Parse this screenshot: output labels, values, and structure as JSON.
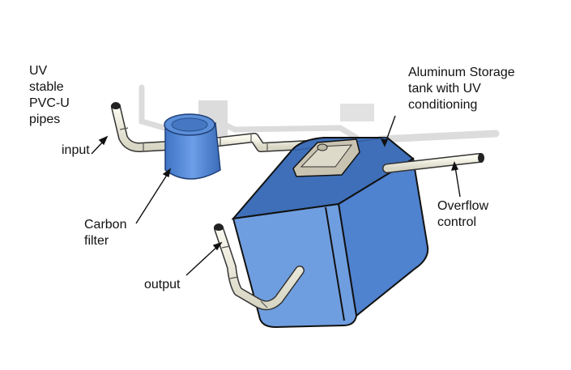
{
  "labels": {
    "uv_pipes": [
      "UV",
      "stable",
      "PVC-U",
      "pipes"
    ],
    "input": "input",
    "carbon_filter": [
      "Carbon",
      "filter"
    ],
    "output": "output",
    "storage_tank": [
      "Aluminum Storage",
      "tank with UV",
      "conditioning"
    ],
    "overflow": [
      "Overflow",
      "control"
    ]
  },
  "colors": {
    "tank_front": "#6f9ee0",
    "tank_side": "#4f82cf",
    "tank_top": "#3e6fb8",
    "pipe": "#efeede",
    "shadow": "#d9d9d9",
    "outline": "#111111"
  }
}
